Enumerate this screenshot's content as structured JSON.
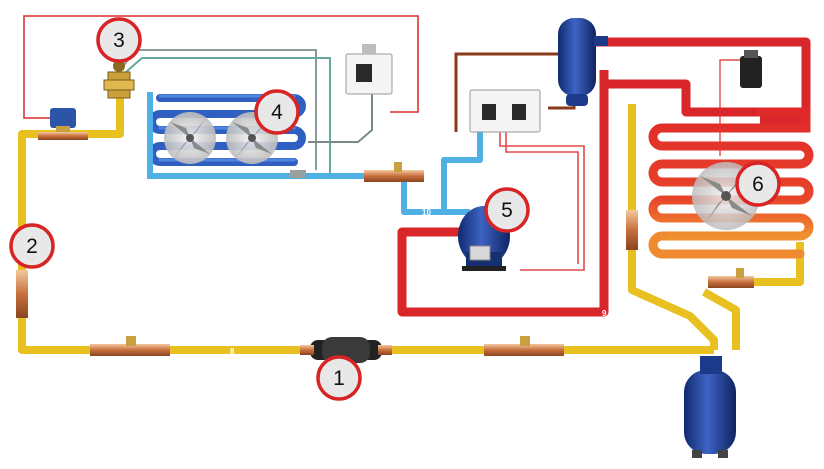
{
  "callouts": [
    {
      "id": "1",
      "label": "1"
    },
    {
      "id": "2",
      "label": "2"
    },
    {
      "id": "3",
      "label": "3"
    },
    {
      "id": "4",
      "label": "4"
    },
    {
      "id": "5",
      "label": "5"
    },
    {
      "id": "6",
      "label": "6"
    }
  ],
  "pipe_labels": {
    "liquid_line": "8",
    "discharge_line": "9",
    "suction_line": "10"
  },
  "colors": {
    "liquid": "#e8c020",
    "discharge": "#d8262a",
    "suction": "#4fb0e6",
    "control": "#e04a4a",
    "callout_ring": "#d82424",
    "callout_fill": "#e8e8e8",
    "vessel": "#1f3f9a"
  }
}
